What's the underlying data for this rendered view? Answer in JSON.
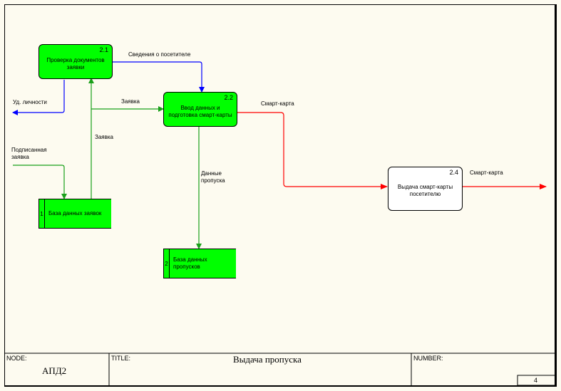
{
  "nodes": {
    "n21": {
      "num": "2.1",
      "label": "Проверка документов заявки"
    },
    "n22": {
      "num": "2.2",
      "label": "Ввод данных и подготовка смарт-карты"
    },
    "n24": {
      "num": "2.4",
      "label": "Выдача смарт-карты посетителю"
    }
  },
  "stores": {
    "s1": {
      "id": "1",
      "name": "База данных заявок"
    },
    "s2": {
      "id": "2",
      "name": "База данных пропусков"
    }
  },
  "arrows": {
    "visitor_info": "Сведения о посетителе",
    "id_card": "Уд. личности",
    "request1": "Заявка",
    "request2": "Заявка",
    "signed_request": "Подписанная заявка",
    "pass_data": "Данные пропуска",
    "smartcard1": "Смарт-карта",
    "smartcard2": "Смарт-карта"
  },
  "title_block": {
    "node_label": "NODE:",
    "node_value": "АПД2",
    "title_label": "TITLE:",
    "title_value": "Выдача пропуска",
    "number_label": "NUMBER:",
    "page": "4"
  },
  "colors": {
    "green": "#00ff00",
    "red": "#ff0000",
    "blue": "#0000ff",
    "green_arrow": "#00aa00"
  }
}
